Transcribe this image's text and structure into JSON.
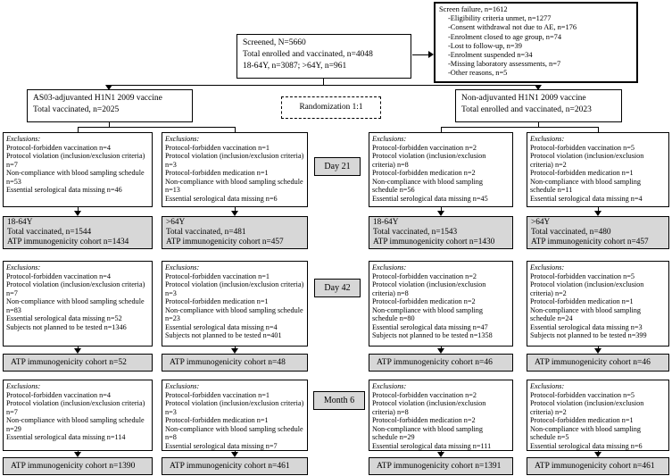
{
  "stages": {
    "day21": "Day 21",
    "day42": "Day 42",
    "month6": "Month 6"
  },
  "exclusions_label": "Exclusions:",
  "screened": {
    "lines": [
      "Screened, N=5660",
      "Total enrolled and vaccinated, n=4048",
      "18-64Y, n=3087; >64Y, n=961"
    ]
  },
  "screen_failure": {
    "title": "Screen failure, n=1612",
    "items": [
      "-Eligibility criteria unmet, n=1277",
      "-Consent withdrawal not due to AE, n=176",
      "-Enrolment closed to age group, n=74",
      "-Lost to follow-up, n=39",
      "-Enrolment suspended n=34",
      "-Missing laboratory assessments, n=7",
      "-Other reasons, n=5"
    ]
  },
  "randomization": {
    "label": "Randomization 1:1"
  },
  "arms": {
    "left": {
      "lines": [
        "AS03-adjuvanted H1N1 2009 vaccine",
        "Total vaccinated, n=2025"
      ]
    },
    "right": {
      "lines": [
        "Non-adjuvanted H1N1 2009 vaccine",
        "Total enrolled and vaccinated, n=2023"
      ]
    }
  },
  "columns": [
    {
      "day21_exclusions": [
        "Protocol-forbidden vaccination n=4",
        "Protocol violation (inclusion/exclusion criteria) n=7",
        "Non-compliance with blood sampling schedule n=53",
        "Essential serological data missing n=46"
      ],
      "cohort_lines": [
        "18-64Y",
        "Total vaccinated, n=1544",
        "ATP immunogenicity cohort n=1434"
      ],
      "day42_exclusions": [
        "Protocol-forbidden vaccination n=4",
        "Protocol violation (inclusion/exclusion criteria) n=7",
        "Non-compliance with blood sampling schedule n=83",
        "Essential serological data missing n=52",
        "Subjects not planned to be tested n=1346"
      ],
      "atp_day42": "ATP immunogenicity cohort n=52",
      "month6_exclusions": [
        "Protocol-forbidden vaccination n=4",
        "Protocol violation (inclusion/exclusion criteria) n=7",
        "Non-compliance with blood sampling schedule n=29",
        "Essential serological data missing n=114"
      ],
      "atp_month6": "ATP immunogenicity cohort n=1390"
    },
    {
      "day21_exclusions": [
        "Protocol-forbidden vaccination n=1",
        "Protocol violation (inclusion/exclusion criteria) n=3",
        "Protocol-forbidden medication n=1",
        "Non-compliance with blood sampling schedule n=13",
        "Essential serological data missing n=6"
      ],
      "cohort_lines": [
        ">64Y",
        "Total vaccinated, n=481",
        "ATP immunogenicity cohort n=457"
      ],
      "day42_exclusions": [
        "Protocol-forbidden vaccination n=1",
        "Protocol violation (inclusion/exclusion criteria) n=3",
        "Protocol-forbidden medication n=1",
        "Non-compliance with blood sampling schedule n=23",
        "Essential serological data missing n=4",
        "Subjects not planned to be tested n=401"
      ],
      "atp_day42": "ATP immunogenicity cohort n=48",
      "month6_exclusions": [
        "Protocol-forbidden vaccination n=1",
        "Protocol violation (inclusion/exclusion criteria) n=3",
        "Protocol-forbidden medication n=1",
        "Non-compliance with blood sampling schedule n=8",
        "Essential serological data missing n=7"
      ],
      "atp_month6": "ATP immunogenicity cohort n=461"
    },
    {
      "day21_exclusions": [
        "Protocol-forbidden vaccination n=2",
        "Protocol violation (inclusion/exclusion criteria) n=8",
        "Protocol-forbidden medication n=2",
        "Non-compliance with blood sampling schedule n=56",
        "Essential serological data missing n=45"
      ],
      "cohort_lines": [
        "18-64Y",
        "Total vaccinated, n=1543",
        "ATP immunogenicity cohort n=1430"
      ],
      "day42_exclusions": [
        "Protocol-forbidden vaccination n=2",
        "Protocol violation (inclusion/exclusion criteria) n=8",
        "Protocol-forbidden medication n=2",
        "Non-compliance with blood sampling schedule n=80",
        "Essential serological data missing n=47",
        "Subjects not planned to be tested n=1358"
      ],
      "atp_day42": "ATP immunogenicity cohort n=46",
      "month6_exclusions": [
        "Protocol-forbidden vaccination n=2",
        "Protocol violation (inclusion/exclusion criteria) n=8",
        "Protocol-forbidden medication n=2",
        "Non-compliance with blood sampling schedule n=29",
        "Essential serological data missing n=111"
      ],
      "atp_month6": "ATP immunogenicity cohort n=1391"
    },
    {
      "day21_exclusions": [
        "Protocol-forbidden vaccination n=5",
        "Protocol violation (inclusion/exclusion criteria) n=2",
        "Protocol-forbidden medication n=1",
        "Non-compliance with blood sampling schedule n=11",
        "Essential serological data missing n=4"
      ],
      "cohort_lines": [
        ">64Y",
        "Total vaccinated, n=480",
        "ATP immunogenicity cohort n=457"
      ],
      "day42_exclusions": [
        "Protocol-forbidden vaccination n=5",
        "Protocol violation (inclusion/exclusion criteria) n=2",
        "Protocol-forbidden medication n=1",
        "Non-compliance with blood sampling schedule n=24",
        "Essential serological data missing n=3",
        "Subjects not planned to be tested n=399"
      ],
      "atp_day42": "ATP immunogenicity cohort n=46",
      "month6_exclusions": [
        "Protocol-forbidden vaccination n=5",
        "Protocol violation (inclusion/exclusion criteria) n=2",
        "Protocol-forbidden medication n=1",
        "Non-compliance with blood sampling schedule n=5",
        "Essential serological data missing n=6"
      ],
      "atp_month6": "ATP immunogenicity cohort n=461"
    }
  ],
  "colors": {
    "background": "#ffffff",
    "box_fill_gray": "#d7d7d7",
    "border": "#000000"
  }
}
